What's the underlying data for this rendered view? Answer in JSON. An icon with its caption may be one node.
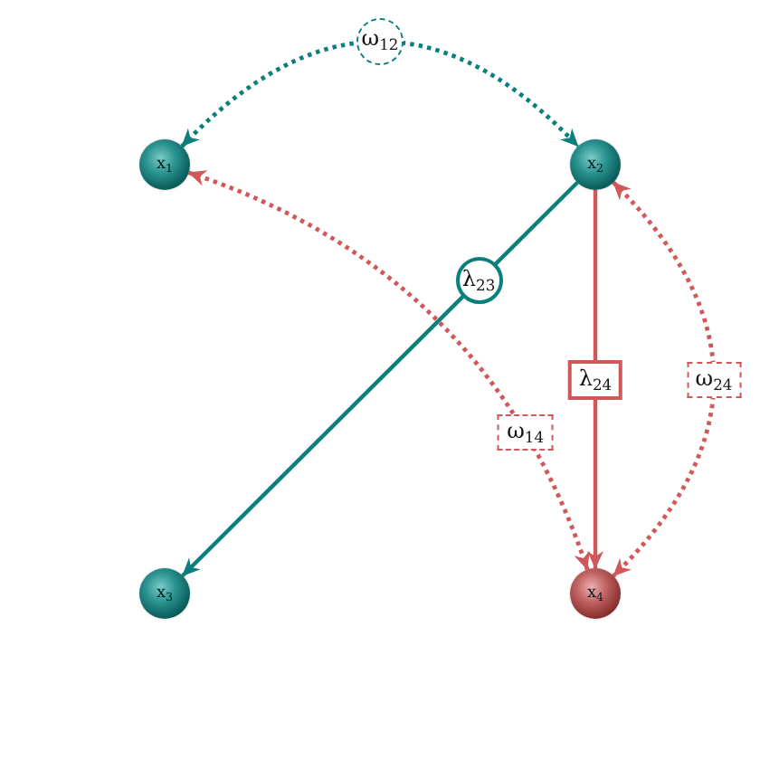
{
  "diagram": {
    "nodes": [
      {
        "text": [
          "x$_{1}$"
        ]
      },
      {
        "text": [
          "x$_{2}$"
        ]
      },
      {
        "text": [
          "x$_{3}$"
        ]
      },
      {
        "text": [
          "x$_{4}$"
        ]
      }
    ],
    "edges": [
      {
        "from": 0,
        "to": 1,
        "arrow": "both",
        "label": "ω$_{12}$",
        "style": "dashed",
        "color": "#0b7f7c"
      },
      {
        "from": 1,
        "to": 2,
        "arrow": "to",
        "label": "λ$_{23}$",
        "color": "#0b7f7c"
      },
      {
        "from": 1,
        "to": 3,
        "arrow": "to",
        "label": "λ$_{24}$",
        "color": "#d0585a"
      },
      {
        "from": 0,
        "to": 3,
        "arrow": "both",
        "label": "ω$_{14}$",
        "style": "dashed",
        "color": "#d0585a"
      },
      {
        "from": 1,
        "to": 3,
        "arrow": "both",
        "label": "ω$_{24}$",
        "style": "dashed",
        "color": "#d0585a"
      }
    ]
  }
}
